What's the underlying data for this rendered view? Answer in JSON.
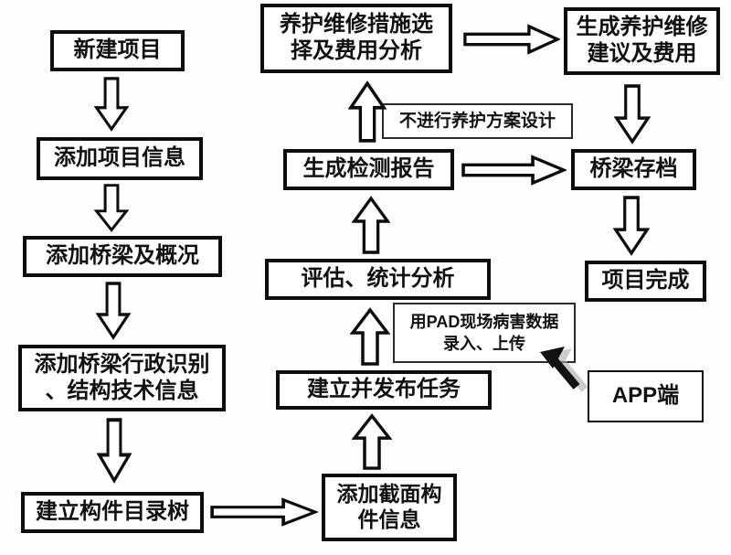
{
  "nodes": {
    "new_project": {
      "label": "新建项目"
    },
    "add_project_info": {
      "label": "添加项目信息"
    },
    "add_bridge_overview": {
      "label": "添加桥梁及概况"
    },
    "add_bridge_admin_info": {
      "label": "添加桥梁行政识别\n、结构技术信息"
    },
    "build_component_tree": {
      "label": "建立构件目录树"
    },
    "add_section_component_info": {
      "label": "添加截面构\n件信息"
    },
    "create_publish_task": {
      "label": "建立并发布任务"
    },
    "evaluation_statistics": {
      "label": "评估、统计分析"
    },
    "generate_inspection_report": {
      "label": "生成检测报告"
    },
    "maintenance_measure_selection": {
      "label": "养护维修措施选\n择及费用分析"
    },
    "generate_maintenance_suggestion": {
      "label": "生成养护维修\n建议及费用"
    },
    "bridge_archive": {
      "label": "桥梁存档"
    },
    "project_complete": {
      "label": "项目完成"
    },
    "app_terminal": {
      "label": "APP端"
    }
  },
  "annotations": {
    "skip_maintenance_design": {
      "label": "不进行养护方案设计"
    },
    "pad_field_data": {
      "label": "用PAD现场病害数据\n录入、上传"
    }
  },
  "edges": [
    {
      "from": "new_project",
      "to": "add_project_info",
      "direction": "down"
    },
    {
      "from": "add_project_info",
      "to": "add_bridge_overview",
      "direction": "down"
    },
    {
      "from": "add_bridge_overview",
      "to": "add_bridge_admin_info",
      "direction": "down"
    },
    {
      "from": "add_bridge_admin_info",
      "to": "build_component_tree",
      "direction": "down"
    },
    {
      "from": "build_component_tree",
      "to": "add_section_component_info",
      "direction": "right"
    },
    {
      "from": "add_section_component_info",
      "to": "create_publish_task",
      "direction": "up"
    },
    {
      "from": "create_publish_task",
      "to": "evaluation_statistics",
      "direction": "up",
      "note": "pad_field_data"
    },
    {
      "from": "evaluation_statistics",
      "to": "generate_inspection_report",
      "direction": "up"
    },
    {
      "from": "generate_inspection_report",
      "to": "maintenance_measure_selection",
      "direction": "up",
      "note": "skip_maintenance_design"
    },
    {
      "from": "maintenance_measure_selection",
      "to": "generate_maintenance_suggestion",
      "direction": "right"
    },
    {
      "from": "generate_inspection_report",
      "to": "bridge_archive",
      "direction": "right"
    },
    {
      "from": "generate_maintenance_suggestion",
      "to": "bridge_archive",
      "direction": "down"
    },
    {
      "from": "bridge_archive",
      "to": "project_complete",
      "direction": "down"
    },
    {
      "from": "app_terminal",
      "to": "pad_field_data",
      "direction": "cursor-pointer"
    }
  ],
  "icons": {
    "cursor": "mouse-pointer-arrow"
  },
  "colors": {
    "node_border": "#0d0d0d",
    "node_fill": "#ffffff",
    "text": "#111111",
    "arrow_fill": "#ffffff",
    "arrow_stroke": "#0d0d0d",
    "annotation_border": "#2a2a2a",
    "cursor_fill": "#111111",
    "cursor_shadow": "#ababab",
    "background": "#fdfdfd"
  }
}
